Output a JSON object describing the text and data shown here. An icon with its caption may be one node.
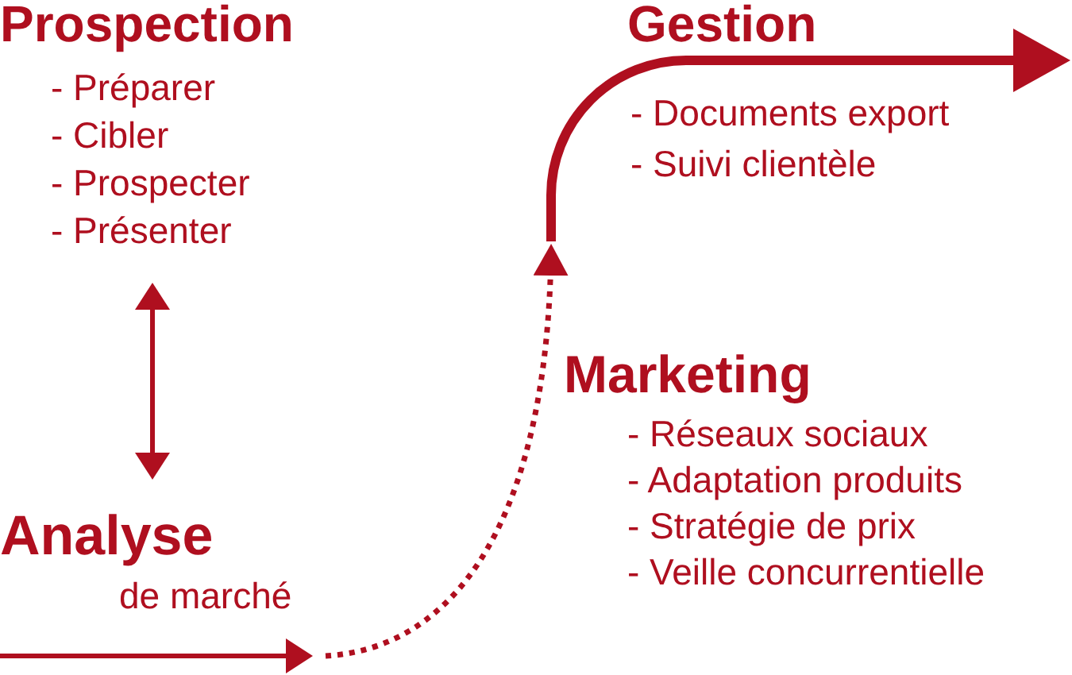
{
  "diagram": {
    "nodes": [
      {
        "text": [
          "Prospection",
          "- Préparer",
          "- Cibler",
          "- Prospecter",
          "- Présenter"
        ]
      },
      {
        "text": [
          "Gestion",
          "- Documents export",
          "- Suivi clientèle"
        ]
      },
      {
        "text": [
          "Marketing",
          "- Réseaux sociaux",
          "- Adaptation produits",
          "- Stratégie de prix",
          "- Veille concurrentielle"
        ]
      },
      {
        "text": [
          "Analyse",
          "de marché"
        ]
      }
    ],
    "edges": [
      {
        "from": 0,
        "to": 3,
        "arrow": "both"
      },
      {
        "from": null,
        "to": 3,
        "arrow": "to"
      },
      {
        "from": 3,
        "to": 1,
        "arrow": "to",
        "style": "dashed"
      }
    ]
  }
}
